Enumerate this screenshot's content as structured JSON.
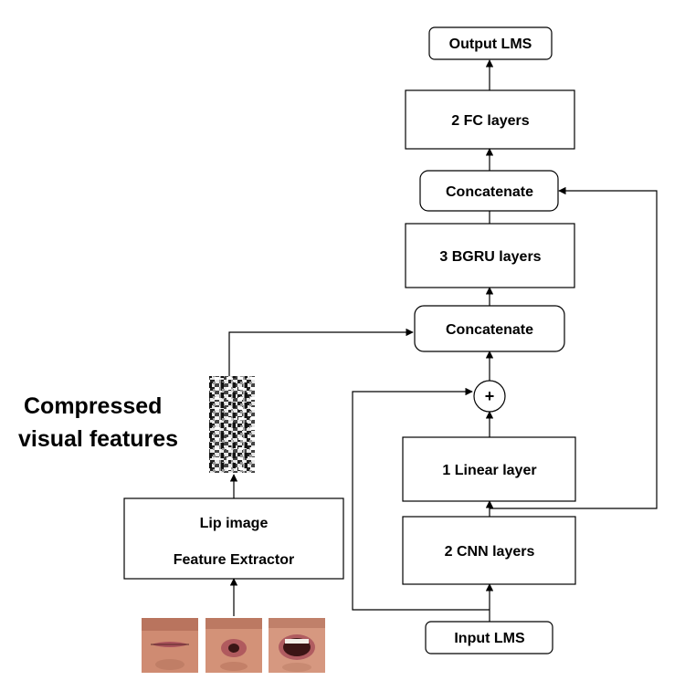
{
  "diagram": {
    "nodes": {
      "output_lms": "Output LMS",
      "fc_layers": "2 FC layers",
      "concat_top": "Concatenate",
      "bgru_layers": "3 BGRU layers",
      "concat_mid": "Concatenate",
      "plus": "+",
      "linear_layer": "1 Linear layer",
      "cnn_layers": "2 CNN layers",
      "input_lms": "Input LMS",
      "lip_extractor_line1": "Lip image",
      "lip_extractor_line2": "Feature Extractor"
    },
    "compressed_label": {
      "line1": "Compressed",
      "line2": "visual features"
    },
    "lip_images": [
      "lip-image-closed",
      "lip-image-pursed",
      "lip-image-open"
    ],
    "colors": {
      "line": "#000000",
      "box_fill": "#ffffff",
      "skin": "#d08a70",
      "lip": "#a8505a"
    }
  }
}
